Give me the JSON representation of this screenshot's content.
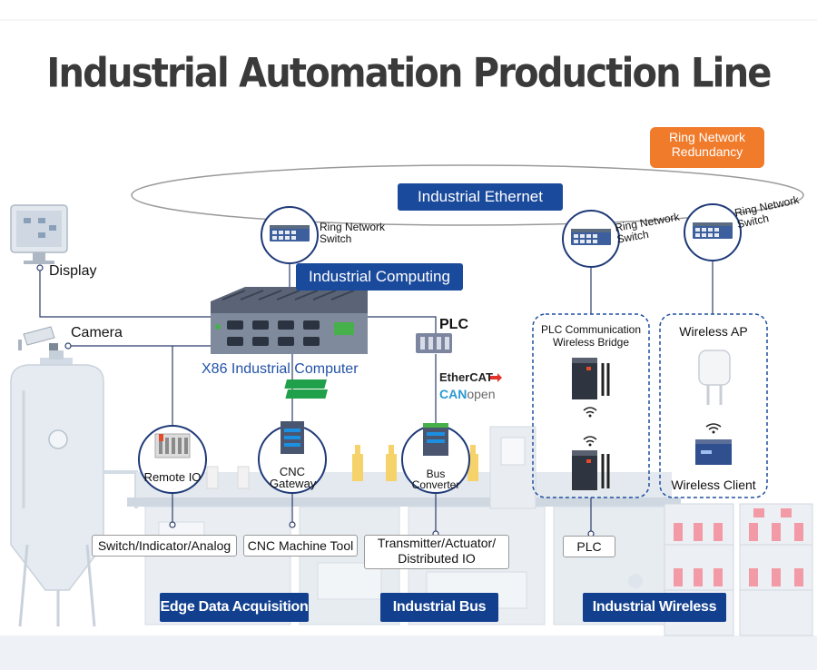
{
  "title": "Industrial Automation Production Line",
  "labels": {
    "ring_redundancy": "Ring Network Redundancy",
    "industrial_ethernet": "Industrial Ethernet",
    "ring_switch": "Ring Network Switch",
    "industrial_computing": "Industrial Computing",
    "display": "Display",
    "camera": "Camera",
    "plc": "PLC",
    "x86_computer": "X86 Industrial Computer",
    "profinet": "PROFI NET",
    "ethercat": "EtherCAT",
    "canopen_can": "CAN",
    "canopen_open": "open",
    "remote_io": "Remote IO",
    "cnc_gateway": "CNC Gateway",
    "bus_converter": "Bus Converter",
    "plc_bridge": "PLC Communication Wireless Bridge",
    "wireless_ap": "Wireless AP",
    "wireless_client": "Wireless Client",
    "switch_indicator": "Switch/Indicator/Analog",
    "cnc_machine": "CNC Machine Tool",
    "transmitter": "Transmitter/Actuator/ Distributed IO",
    "plc_bottom": "PLC"
  },
  "sections": {
    "edge": "Edge Data Acquisition",
    "bus": "Industrial Bus",
    "wireless": "Industrial Wireless"
  },
  "colors": {
    "blue": "#1a4a9c",
    "dark_blue": "#12408f",
    "orange": "#f07b2b",
    "line": "#2c3e6b",
    "dashed": "#1f4f9f"
  }
}
